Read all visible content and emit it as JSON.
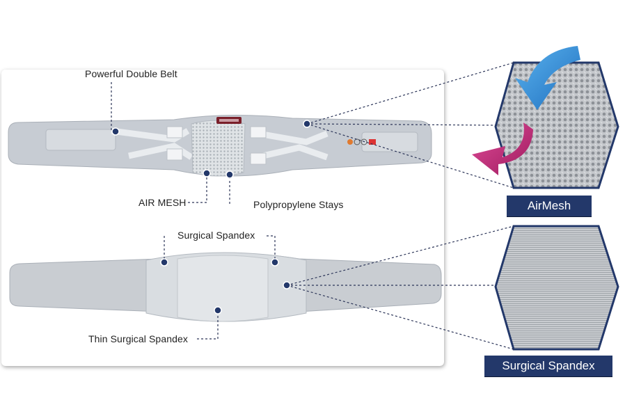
{
  "callouts": {
    "powerful_double_belt": "Powerful Double Belt",
    "air_mesh": "AIR MESH",
    "polypropylene_stays": "Polypropylene Stays",
    "surgical_spandex": "Surgical Spandex",
    "thin_surgical_spandex": "Thin Surgical Spandex"
  },
  "swatches": {
    "airmesh_label": "AirMesh",
    "spandex_label": "Surgical Spandex"
  },
  "colors": {
    "accent_navy": "#23386a",
    "belt_gray": "#c7ccd3",
    "arrow_blue": "#3b8fd6",
    "arrow_magenta": "#c62a7b"
  }
}
